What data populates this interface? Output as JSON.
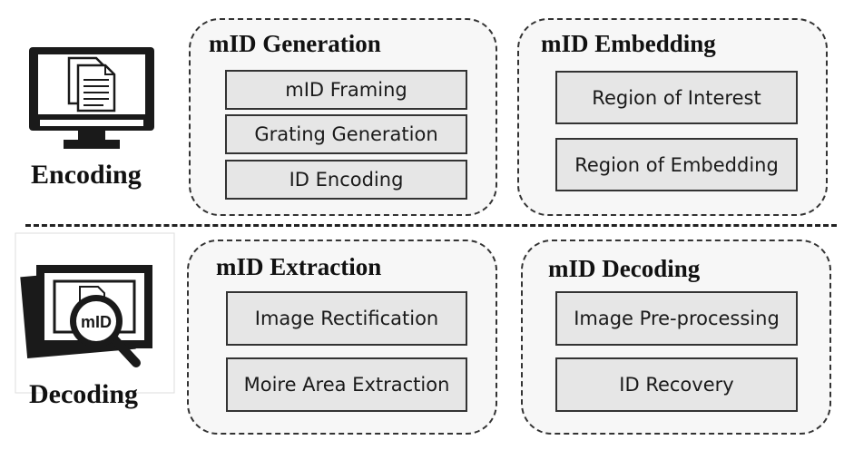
{
  "encoding": {
    "label": "Encoding",
    "icon": "monitor-document-icon",
    "groups": [
      {
        "title": "mID Generation",
        "steps": [
          "mID Framing",
          "Grating Generation",
          "ID Encoding"
        ]
      },
      {
        "title": "mID Embedding",
        "steps": [
          "Region of Interest",
          "Region of Embedding"
        ]
      }
    ]
  },
  "decoding": {
    "label": "Decoding",
    "icon": "photo-magnifier-icon",
    "icon_text": "mID",
    "groups": [
      {
        "title": "mID Extraction",
        "steps": [
          "Image Rectification",
          "Moire Area Extraction"
        ]
      },
      {
        "title": "mID Decoding",
        "steps": [
          "Image Pre-processing",
          "ID Recovery"
        ]
      }
    ]
  }
}
